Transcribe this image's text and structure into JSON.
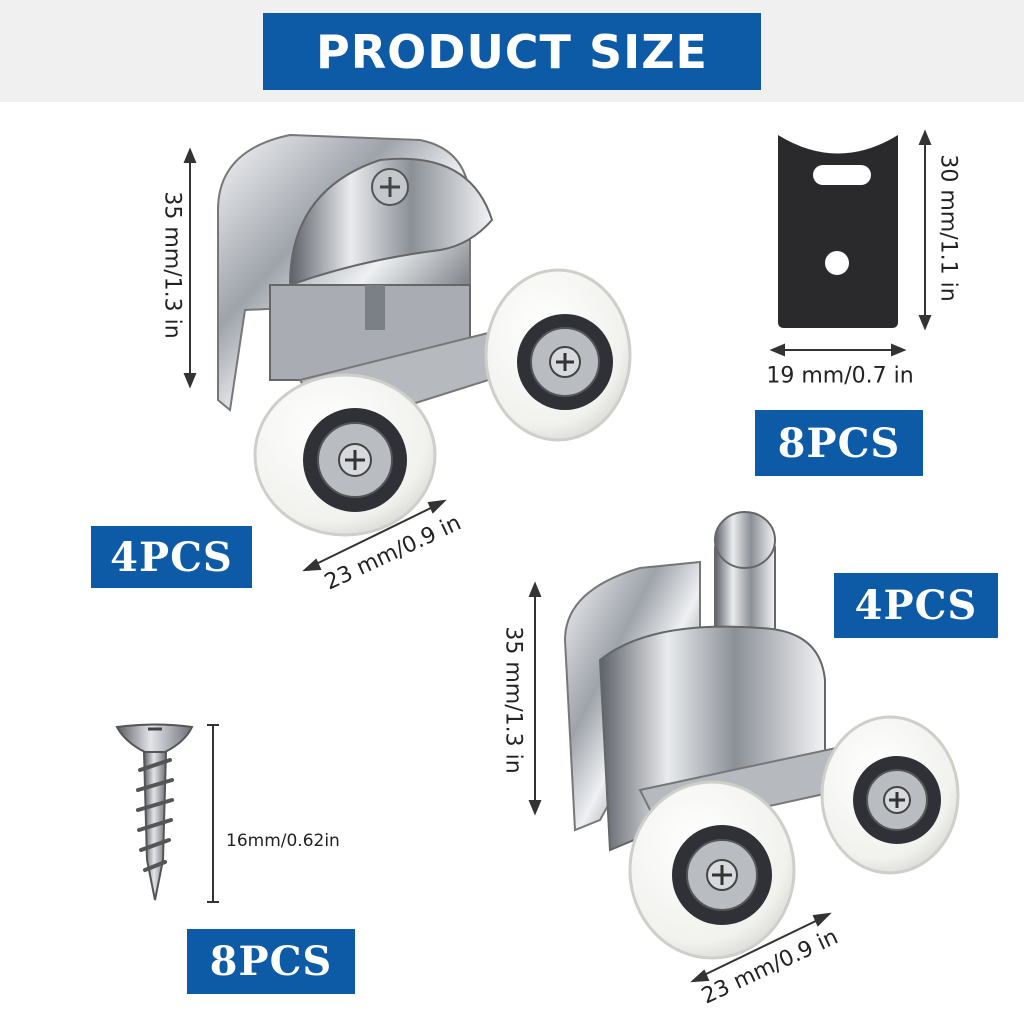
{
  "header": {
    "title": "PRODUCT SIZE"
  },
  "products": {
    "roller_top": {
      "height_label": "35 mm/1.3 in",
      "width_label": "23 mm/0.9 in",
      "quantity": "4PCS"
    },
    "bracket": {
      "height_label": "30 mm/1.1 in",
      "width_label": "19 mm/0.7 in",
      "quantity": "8PCS"
    },
    "roller_bottom": {
      "height_label": "35 mm/1.3 in",
      "width_label": "23 mm/0.9 in",
      "quantity": "4PCS"
    },
    "screw": {
      "length_label": "16mm/0.62in",
      "quantity": "8PCS"
    }
  },
  "colors": {
    "accent_blue": "#0d5aa7",
    "band_gray": "#f0f0f0",
    "chrome": "#c9ccd1",
    "wheel_white": "#f7f7f5",
    "bracket_black": "#2a2a2c"
  }
}
